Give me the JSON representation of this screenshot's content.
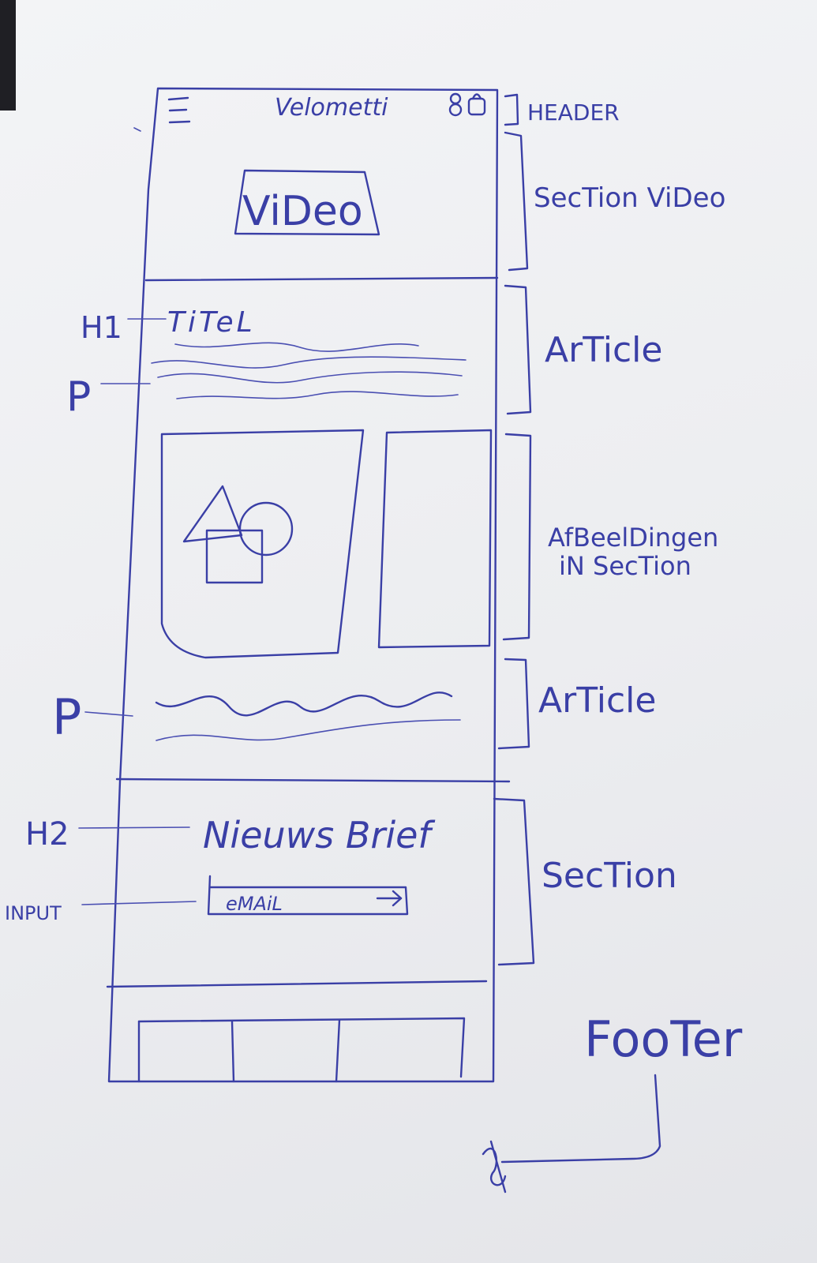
{
  "phone": {
    "header": {
      "brand": "Velometti",
      "menu_icon": "hamburger-icon",
      "account_icon": "user-icon",
      "cart_icon": "cart-icon"
    },
    "video": {
      "label": "ViDeo"
    },
    "article": {
      "title": "TiTeL"
    },
    "newsletter": {
      "heading": "Nieuws Brief",
      "email_placeholder": "eMAiL",
      "submit_icon": "arrow-right-icon"
    },
    "footer": {
      "columns": 3
    }
  },
  "annotations": {
    "header": "HEADER",
    "section_video": "SecTion ViDeo",
    "article_1": "ArTicle",
    "images": [
      "AfBeelDingen",
      "iN SecTion"
    ],
    "article_2": "ArTicle",
    "section": "SecTion",
    "footer": "FooTer"
  },
  "element_tags": {
    "h1": "H1",
    "p1": "P",
    "p2": "P",
    "h2": "H2",
    "input": "INPUT"
  },
  "colors": {
    "ink": "#3a3fa6",
    "paper": "#f0f1f4"
  }
}
